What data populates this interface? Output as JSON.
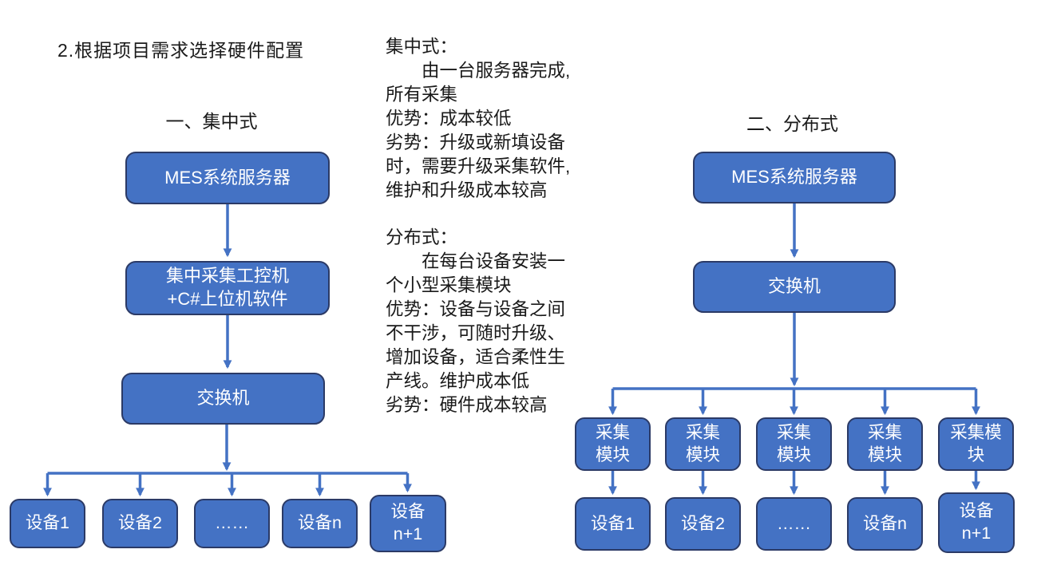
{
  "colors": {
    "shape_fill": "#4472C4",
    "shape_border": "#2B3A66",
    "connector": "#4472C4",
    "text_dark": "#1a1a1a",
    "text_light": "#ffffff",
    "background": "#ffffff"
  },
  "title": "2.根据项目需求选择硬件配置",
  "centralized": {
    "heading": "一、集中式",
    "server_label": "MES系统服务器",
    "ipc_label": "集中采集工控机\n+C#上位机软件",
    "switch_label": "交换机",
    "devices": [
      "设备1",
      "设备2",
      "……",
      "设备n",
      "设备\nn+1"
    ]
  },
  "distributed": {
    "heading": "二、分布式",
    "server_label": "MES系统服务器",
    "switch_label": "交换机",
    "modules": [
      "采集\n模块",
      "采集\n模块",
      "采集\n模块",
      "采集\n模块",
      "采集模\n块"
    ],
    "devices": [
      "设备1",
      "设备2",
      "……",
      "设备n",
      "设备\nn+1"
    ]
  },
  "notes": {
    "centralized": {
      "heading": "集中式：",
      "lines": [
        "　　由一台服务器完成,",
        "所有采集",
        "优势：成本较低",
        "劣势：升级或新填设备",
        "时，需要升级采集软件,",
        "维护和升级成本较高"
      ]
    },
    "distributed": {
      "heading": "分布式：",
      "lines": [
        "　　在每台设备安装一",
        "个小型采集模块",
        "优势：设备与设备之间",
        "不干涉，可随时升级、",
        "增加设备，适合柔性生",
        "产线。维护成本低",
        "劣势：硬件成本较高"
      ]
    }
  }
}
